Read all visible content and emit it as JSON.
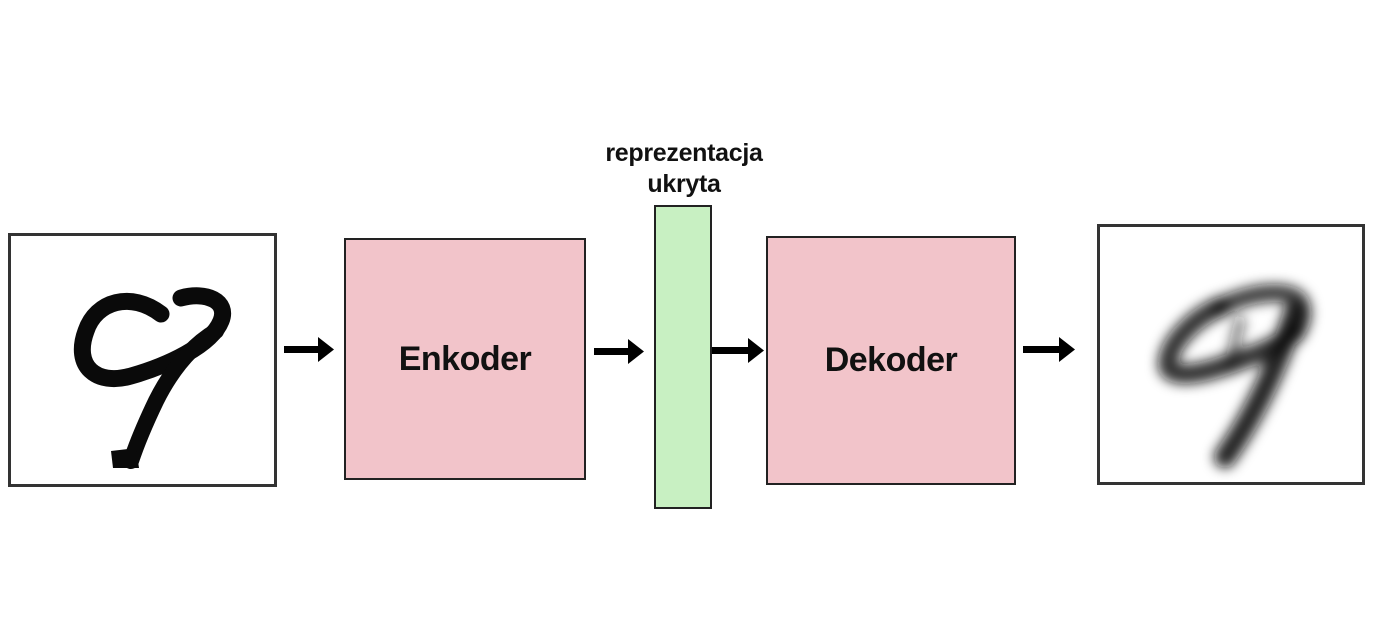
{
  "diagram": {
    "encoder_label": "Enkoder",
    "decoder_label": "Dekoder",
    "latent_label_line1": "reprezentacja",
    "latent_label_line2": "ukryta",
    "block_color": "#f2c4ca",
    "latent_color": "#c8f0c2",
    "input_image_icon": "handwritten-digit-9-icon",
    "output_image_icon": "blurry-digit-9-icon"
  }
}
